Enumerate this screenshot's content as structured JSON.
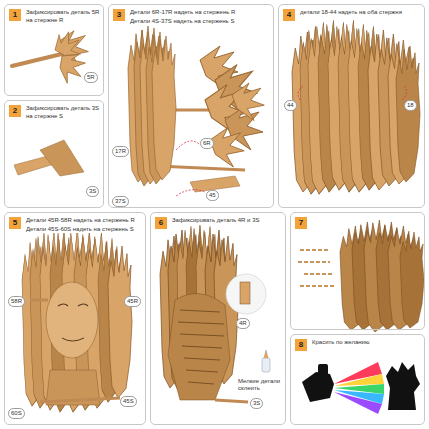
{
  "diagram": {
    "nodes": [
      {
        "text": [
          "1",
          "Зафиксировать деталь 5R на стержне R"
        ]
      },
      {
        "text": [
          "2",
          "Зафиксировать деталь 3S на стержне S"
        ]
      },
      {
        "text": [
          "3",
          "Детали 6R-17R надеть на стержень R",
          "Детали 4S-37S надеть на стержень S"
        ]
      },
      {
        "text": [
          "4",
          "детали 18-44 надеть на оба стержня"
        ]
      },
      {
        "text": [
          "5",
          "Детали 45R-58R надеть на стержень R",
          "Детали 45S-60S надеть на стержень S"
        ]
      },
      {
        "text": [
          "6",
          "Зафиксировать деталь 4R и 3S"
        ]
      },
      {
        "text": [
          "7"
        ]
      },
      {
        "text": [
          "8",
          "Красить по желанию"
        ]
      }
    ],
    "labels": [
      "5R",
      "3S",
      "17R",
      "6R",
      "45",
      "37S",
      "44",
      "18",
      "58R",
      "45R",
      "60S",
      "45S",
      "4R",
      "Мелкие детали склеить",
      "3S"
    ]
  }
}
